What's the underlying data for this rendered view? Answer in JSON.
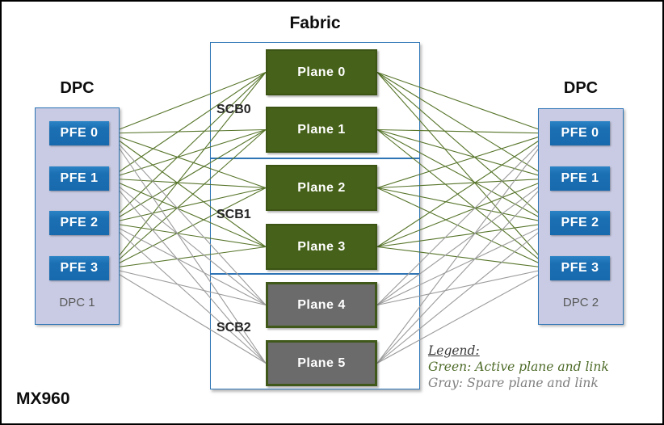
{
  "device_label": "MX960",
  "fabric": {
    "title": "Fabric",
    "scbs": [
      {
        "label": "SCB0",
        "planes": [
          {
            "label": "Plane 0",
            "status": "active"
          },
          {
            "label": "Plane 1",
            "status": "active"
          }
        ]
      },
      {
        "label": "SCB1",
        "planes": [
          {
            "label": "Plane 2",
            "status": "active"
          },
          {
            "label": "Plane 3",
            "status": "active"
          }
        ]
      },
      {
        "label": "SCB2",
        "planes": [
          {
            "label": "Plane 4",
            "status": "spare"
          },
          {
            "label": "Plane 5",
            "status": "spare"
          }
        ]
      }
    ]
  },
  "dpcs": [
    {
      "title": "DPC",
      "name": "DPC 1",
      "pfes": [
        "PFE 0",
        "PFE 1",
        "PFE 2",
        "PFE 3"
      ]
    },
    {
      "title": "DPC",
      "name": "DPC 2",
      "pfes": [
        "PFE 0",
        "PFE 1",
        "PFE 2",
        "PFE 3"
      ]
    }
  ],
  "legend": {
    "heading": "Legend:",
    "items": [
      {
        "text": "Green: Active plane and link",
        "color": "#4e6b28"
      },
      {
        "text": "Gray: Spare plane and link",
        "color": "#7f7f7f"
      }
    ]
  },
  "colors": {
    "active_plane_fill": "#466119",
    "spare_plane_fill": "#6b6b6b",
    "plane_border_green": "#3c5414",
    "active_link": "#567429",
    "spare_link": "#9b9b9b",
    "pfe_blue": "#1b6fb3",
    "box_border_blue": "#2e75b6",
    "dpc_fill": "#c8cbe3"
  }
}
